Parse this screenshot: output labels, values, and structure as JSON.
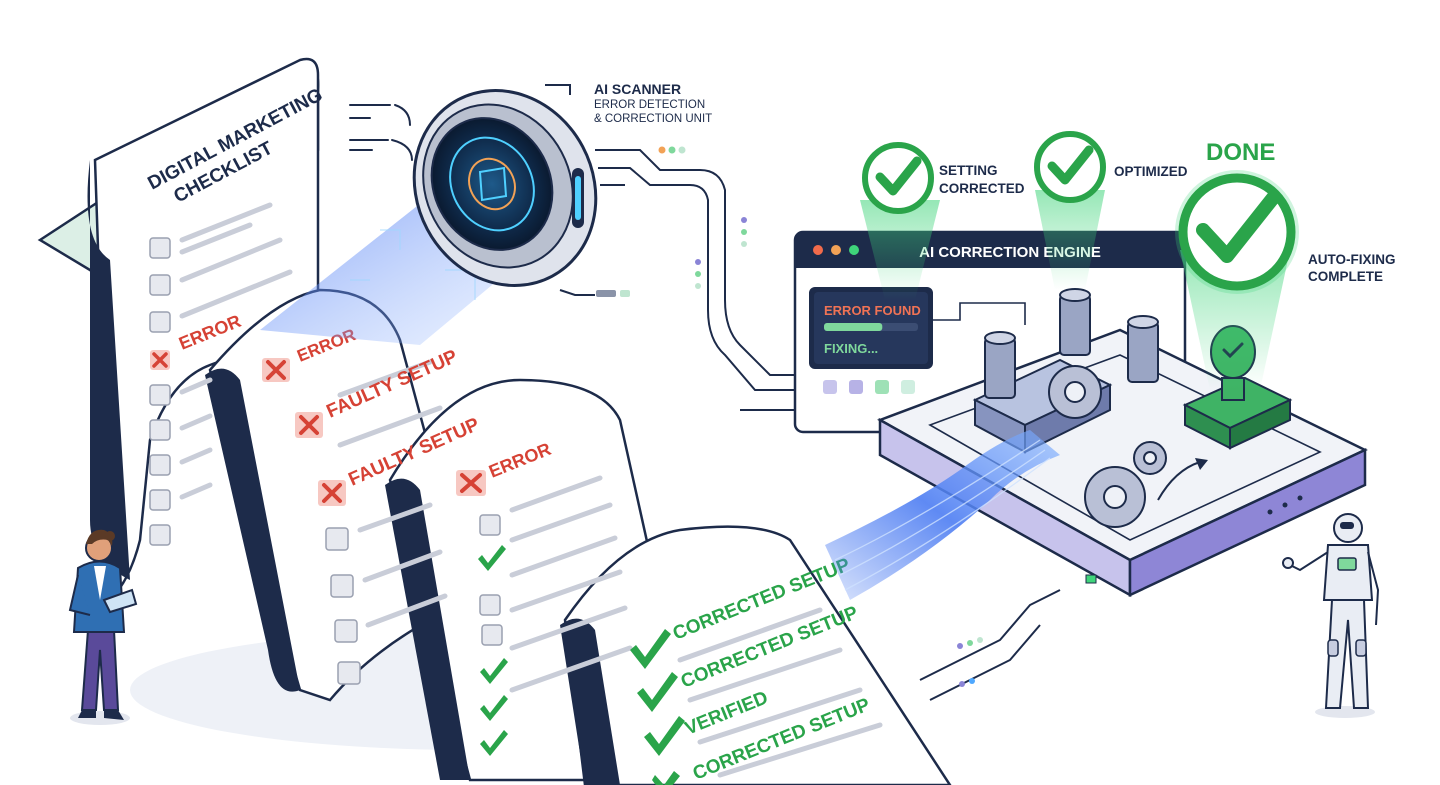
{
  "checklist": {
    "title_line1": "DIGITAL MARKETING",
    "title_line2": "CHECKLIST",
    "items": {
      "error_1": "ERROR",
      "error_2": "ERROR",
      "faulty_setup_1": "FAULTY SETUP",
      "faulty_setup_2": "FAULTY SETUP",
      "error_3": "ERROR",
      "corrected_setup_1": "CORRECTED SETUP",
      "corrected_setup_2": "CORRECTED SETUP",
      "verified": "VERIFIED",
      "corrected_setup_3": "CORRECTED SETUP"
    }
  },
  "scanner": {
    "title": "AI SCANNER",
    "subtitle_line1": "ERROR DETECTION",
    "subtitle_line2": "& CORRECTION UNIT"
  },
  "engine": {
    "window_title": "AI CORRECTION ENGINE",
    "status_error": "ERROR FOUND",
    "status_fixing": "FIXING...",
    "progress_fraction": 0.62
  },
  "stages": {
    "setting_line1": "SETTING",
    "setting_line2": "CORRECTED",
    "optimized": "OPTIMIZED",
    "done": "DONE",
    "autofix_line1": "AUTO-FIXING",
    "autofix_line2": "COMPLETE"
  },
  "colors": {
    "navy": "#1d2b4a",
    "error_red": "#d64235",
    "success_green": "#2aa44a",
    "mint": "#dcefe6",
    "scan_blue": "#4f7ff0",
    "platform_purple": "#8e86d6"
  }
}
